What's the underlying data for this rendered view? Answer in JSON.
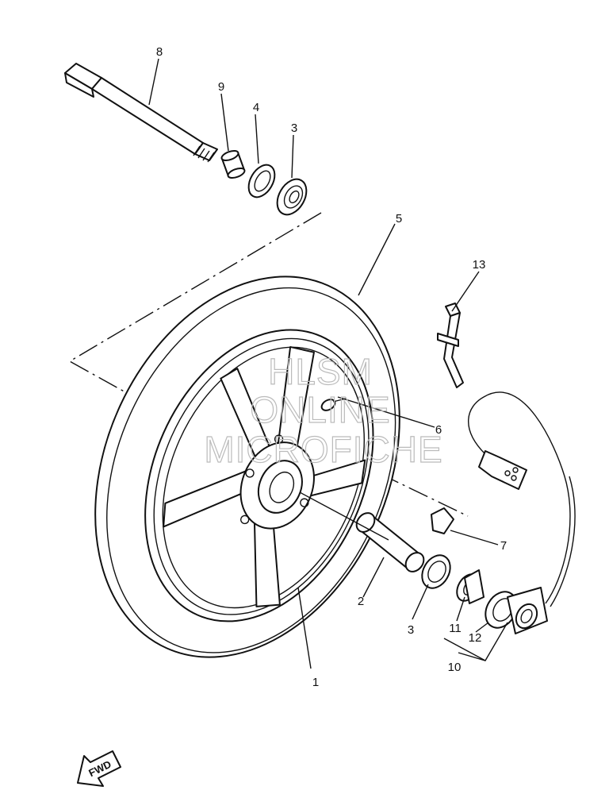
{
  "diagram": {
    "callouts": {
      "c1": "1",
      "c2": "2",
      "c3a": "3",
      "c3b": "3",
      "c4": "4",
      "c5": "5",
      "c6": "6",
      "c7": "7",
      "c8": "8",
      "c9": "9",
      "c10": "10",
      "c11": "11",
      "c12": "12",
      "c13": "13"
    },
    "watermark": [
      "HLSM",
      "ONLINE",
      "MICROFICHE"
    ],
    "fwd_label": "FWD"
  }
}
